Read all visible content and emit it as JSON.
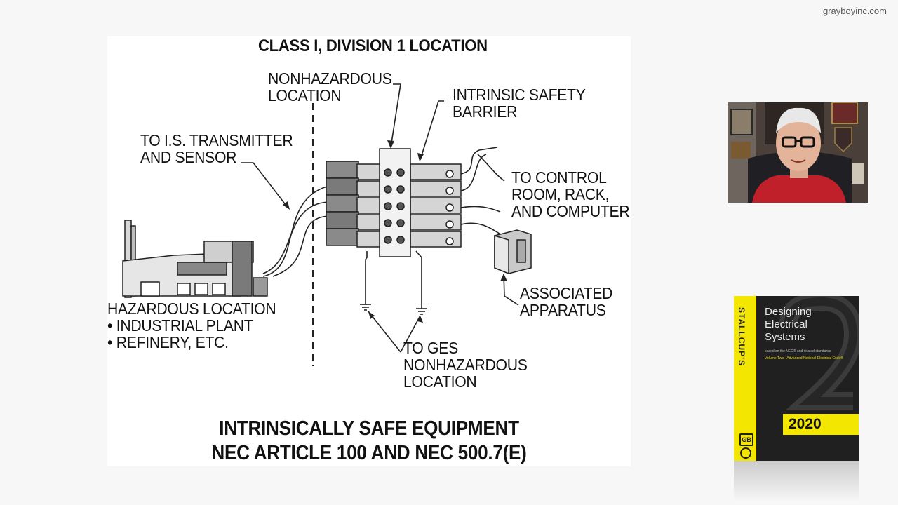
{
  "watermark": "grayboyinc.com",
  "diagram": {
    "title": "CLASS I, DIVISION 1 LOCATION",
    "labels": {
      "nonhazardous_location": [
        "NONHAZARDOUS",
        "LOCATION"
      ],
      "intrinsic_safety_barrier": [
        "INTRINSIC SAFETY",
        "BARRIER"
      ],
      "to_is_transmitter": [
        "TO I.S. TRANSMITTER",
        "AND SENSOR"
      ],
      "to_control_room": [
        "TO CONTROL",
        "ROOM, RACK,",
        "AND COMPUTER"
      ],
      "associated_apparatus": [
        "ASSOCIATED",
        "APPARATUS"
      ],
      "hazardous_location": [
        "HAZARDOUS LOCATION",
        "• INDUSTRIAL PLANT",
        "• REFINERY, ETC."
      ],
      "to_ges": [
        "TO GES",
        "NONHAZARDOUS",
        "LOCATION"
      ]
    },
    "caption": [
      "INTRINSICALLY SAFE EQUIPMENT",
      "NEC ARTICLE 100 AND NEC 500.7(E)"
    ]
  },
  "book": {
    "spine": "STALLCUP'S",
    "title": "Designing Electrical Systems",
    "subtitle": "based on the NEC® and related standards",
    "volume": "Volume Two - Advanced National Electrical Code®",
    "year": "2020",
    "logo": "GB"
  },
  "colors": {
    "background": "#f7f7f7",
    "slide": "#ffffff",
    "book_yellow": "#f3e600",
    "book_dark": "#202020",
    "webcam_shirt": "#c0202a"
  },
  "icons": {
    "plant": "factory-icon",
    "barrier": "terminal-block-icon",
    "apparatus": "enclosure-icon",
    "ground": "ground-symbol-icon"
  }
}
